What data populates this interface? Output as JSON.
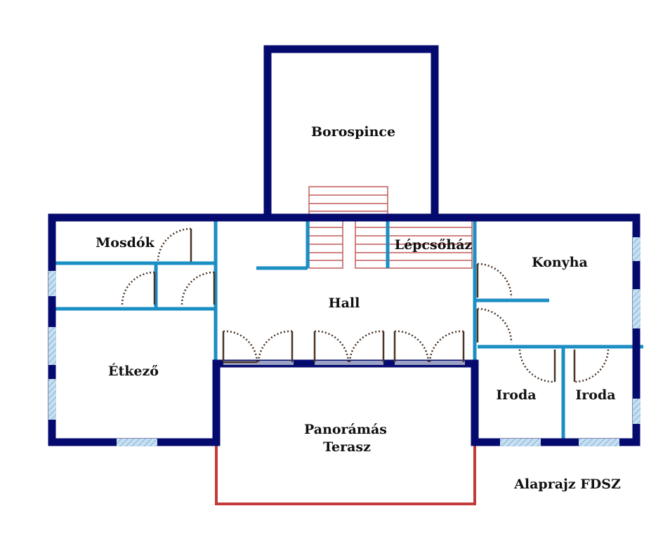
{
  "plan": {
    "rooms": [
      {
        "id": "borospince",
        "label": "Borospince"
      },
      {
        "id": "mosdok",
        "label": "Mosdók"
      },
      {
        "id": "lepcsohaz",
        "label": "Lépcsőház"
      },
      {
        "id": "konyha",
        "label": "Konyha"
      },
      {
        "id": "hall",
        "label": "Hall"
      },
      {
        "id": "etkezo",
        "label": "Étkező"
      },
      {
        "id": "iroda-1",
        "label": "Iroda"
      },
      {
        "id": "iroda-2",
        "label": "Iroda"
      },
      {
        "id": "terasz",
        "label_line1": "Panorámás",
        "label_line2": "Terasz"
      }
    ],
    "caption": "Alaprajz FDSZ",
    "colors": {
      "outer_wall": "#050a6e",
      "inner_wall": "#1b8ec4",
      "terrace": "#c43a3a",
      "stairs": "#c25a5a",
      "window": "#9ec6dd",
      "door": "#4a3426"
    }
  }
}
